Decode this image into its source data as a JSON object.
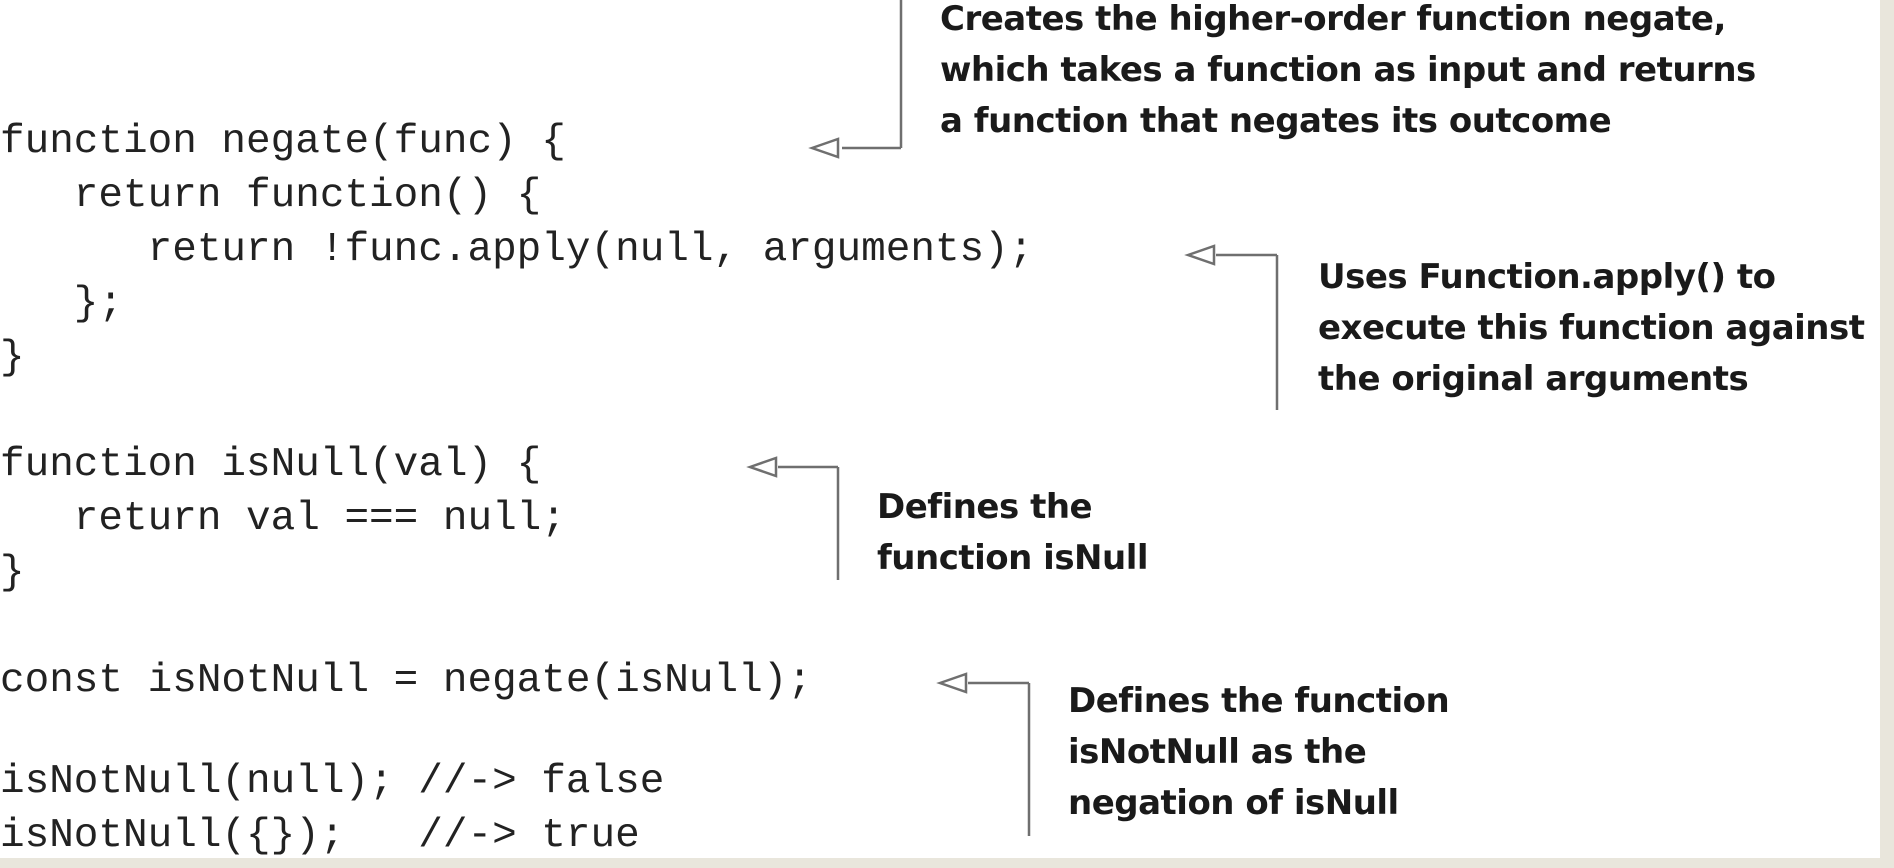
{
  "code": {
    "lines": [
      "function negate(func) {",
      "   return function() {",
      "      return !func.apply(null, arguments);",
      "   };",
      "}",
      "function isNull(val) {",
      "   return val === null;",
      "}",
      "const isNotNull = negate(isNull);",
      "isNotNull(null); //-> false",
      "isNotNull({});   //-> true"
    ]
  },
  "annotations": [
    {
      "lines": [
        "Creates the higher-order function negate,",
        "which takes a function as input and returns",
        "a function that negates its outcome"
      ]
    },
    {
      "lines": [
        "Uses Function.apply() to",
        "execute this function against",
        "the original arguments"
      ]
    },
    {
      "lines": [
        "Defines the",
        "function isNull"
      ]
    },
    {
      "lines": [
        "Defines the function",
        "isNotNull as the",
        "negation of isNull"
      ]
    }
  ],
  "colors": {
    "code_text": "#222222",
    "annotation_text": "#1a1a1a",
    "callout_line": "#6f6f6f",
    "frame": "#e9e6dc"
  }
}
